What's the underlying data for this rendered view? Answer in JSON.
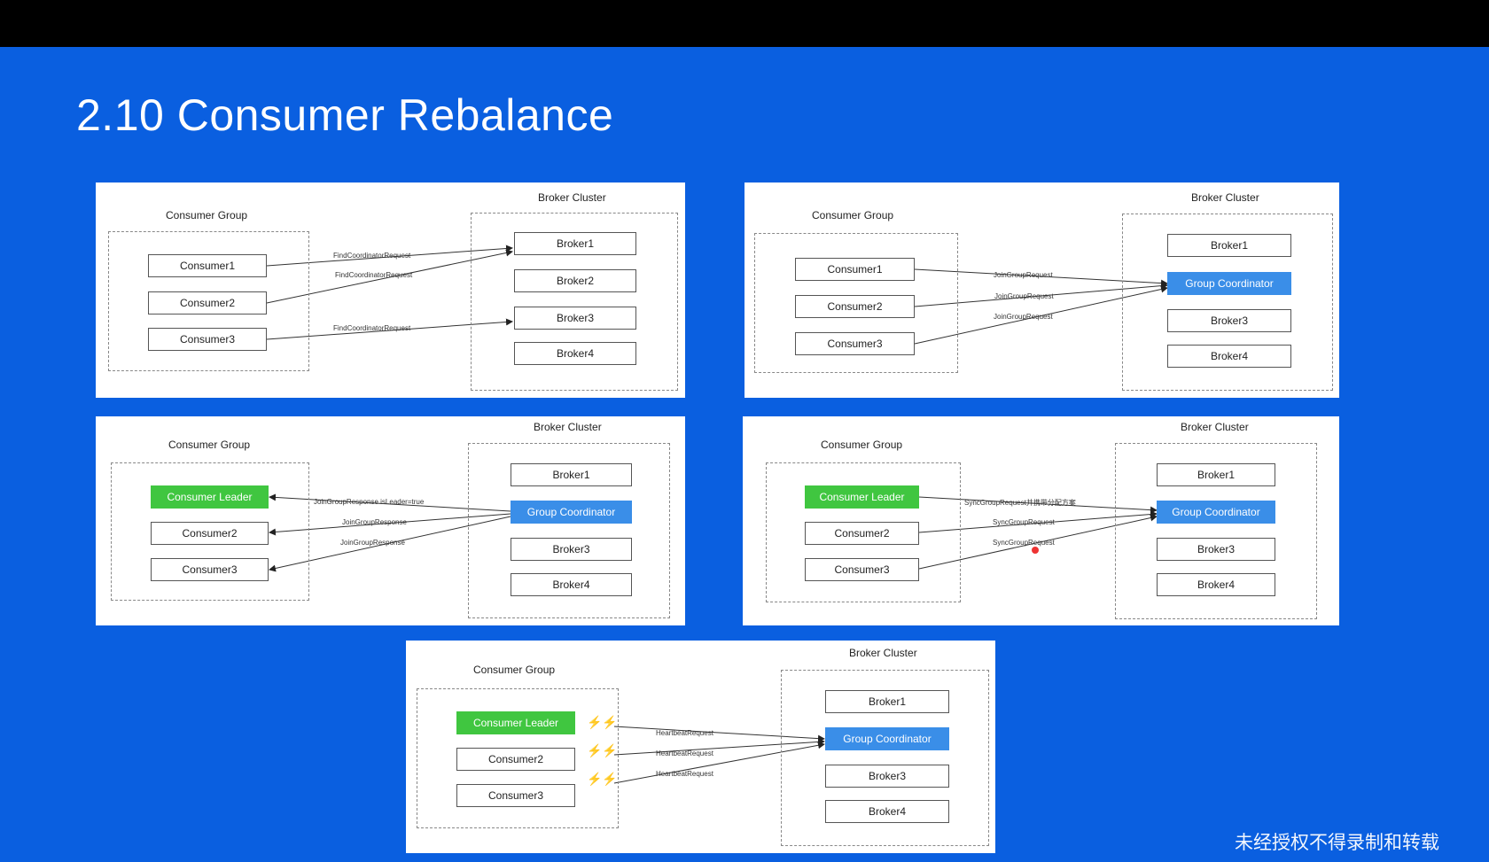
{
  "title": "2.10 Consumer Rebalance",
  "watermark": "未经授权不得录制和转载",
  "labels": {
    "consumer_group": "Consumer Group",
    "broker_cluster": "Broker Cluster"
  },
  "nodes": {
    "consumer1": "Consumer1",
    "consumer2": "Consumer2",
    "consumer3": "Consumer3",
    "consumer_leader": "Consumer Leader",
    "broker1": "Broker1",
    "broker2": "Broker2",
    "broker3": "Broker3",
    "broker4": "Broker4",
    "group_coordinator": "Group Coordinator"
  },
  "panels": {
    "p1": {
      "messages": [
        "FindCoordinatorRequest",
        "FindCoordinatorRequest",
        "FindCoordinatorRequest"
      ]
    },
    "p2": {
      "messages": [
        "JoinGroupRequest",
        "JoinGroupRequest",
        "JoinGroupRequest"
      ]
    },
    "p3": {
      "messages": [
        "JoinGroupResponse isLeader=true",
        "JoinGroupResponse",
        "JoinGroupResponse"
      ]
    },
    "p4": {
      "messages": [
        "SyncGroupRequest并携带分配方案",
        "SyncGroupRequest",
        "SyncGroupRequest"
      ]
    },
    "p5": {
      "messages": [
        "HeartbeatRequest",
        "HeartbeatRequest",
        "HeartbeatRequest"
      ]
    }
  },
  "colors": {
    "slide_bg": "#0a5fe0",
    "leader": "#40c640",
    "coordinator": "#3a8ee8",
    "heartbeat_fail": "#e02020"
  }
}
